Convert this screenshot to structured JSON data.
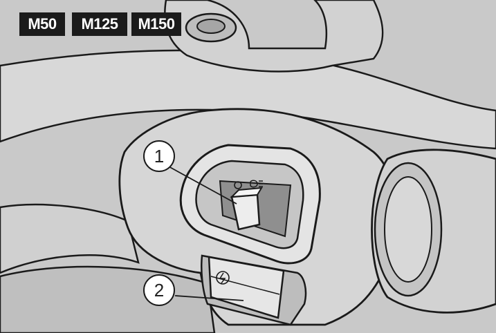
{
  "model_badges": [
    "M50",
    "M125",
    "M150"
  ],
  "callouts": [
    {
      "number": "1",
      "target": "light-switch"
    },
    {
      "number": "2",
      "target": "starter-button"
    }
  ],
  "colors": {
    "shade": "#c9c9c9",
    "shade_dark": "#a6a6a6",
    "line": "#1a1a1a",
    "badge_bg": "#1b1b1b",
    "badge_text": "#ffffff"
  },
  "icons": [
    "light-indicator-icon",
    "starter-icon"
  ]
}
